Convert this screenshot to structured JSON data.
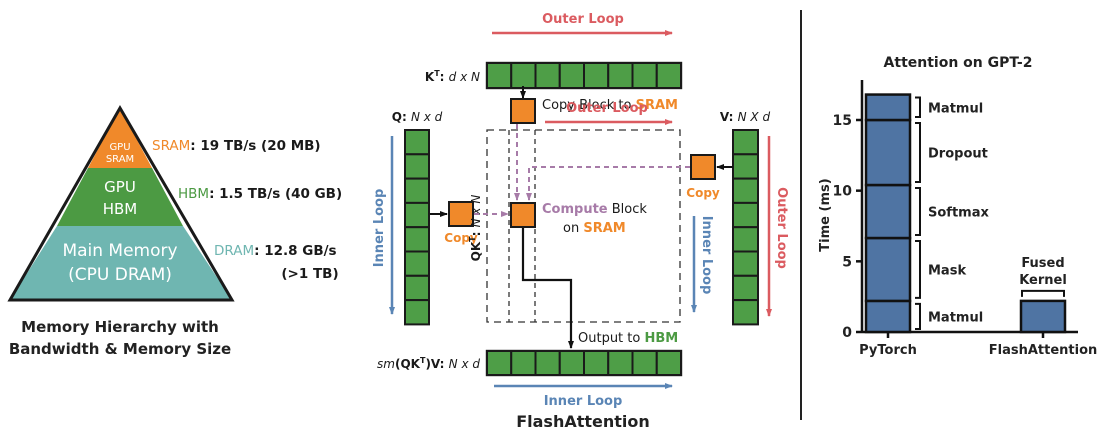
{
  "colors": {
    "sram_orange": "#F0892A",
    "hbm_green": "#4C9A43",
    "dram_teal": "#6FB6B1",
    "block_green": "#4E9E47",
    "outer_loop_red": "#DB5B60",
    "inner_loop_blue": "#5A85B5",
    "compute_purple": "#A77BA8",
    "bar_blue": "#4F74A3",
    "ink": "#1a1a1a"
  },
  "memory_hierarchy": {
    "caption_line1": "Memory Hierarchy with",
    "caption_line2": "Bandwidth & Memory Size",
    "levels": [
      {
        "name": "SRAM",
        "inner_line1": "GPU",
        "inner_line2": "SRAM",
        "spec": ": 19 TB/s (20 MB)",
        "spec_line2": ""
      },
      {
        "name": "HBM",
        "inner_line1": "GPU",
        "inner_line2": "HBM",
        "spec": ": 1.5 TB/s (40 GB)",
        "spec_line2": ""
      },
      {
        "name": "DRAM",
        "inner_line1": "Main Memory",
        "inner_line2": "(CPU DRAM)",
        "spec": ": 12.8 GB/s",
        "spec_line2": "(>1 TB)"
      }
    ]
  },
  "flash_attention": {
    "title": "FlashAttention",
    "kt": {
      "name": "K",
      "sup": "T",
      "colon": ":",
      "dims": "d x N",
      "blocks": 8
    },
    "q": {
      "name": "Q",
      "colon": ":",
      "dims": "N x d",
      "blocks": 8
    },
    "v": {
      "name": "V",
      "colon": ":",
      "dims": "N X d",
      "blocks": 8
    },
    "qkt": {
      "name": "QK",
      "sup": "T",
      "colon": ":",
      "dims": "N x N"
    },
    "out": {
      "prefix": "sm",
      "name": "(QK",
      "sup": "T",
      "suffix": ")V",
      "colon": ":",
      "dims": "N x d",
      "blocks": 8
    },
    "outer_loop_top": "Outer Loop",
    "outer_loop_mid": "Outer Loop",
    "outer_loop_right": "Outer Loop",
    "inner_loop_left": "Inner Loop",
    "inner_loop_right": "Inner Loop",
    "inner_loop_bottom": "Inner Loop",
    "copy_block_prefix": "Copy Block to ",
    "copy_block_sram": "SRAM",
    "copy_left": "Copy",
    "copy_right": "Copy",
    "compute_word": "Compute",
    "compute_rest": " Block",
    "on_word": "on ",
    "on_sram": "SRAM",
    "output_prefix": "Output to ",
    "output_hbm": "HBM"
  },
  "chart_data": {
    "type": "bar",
    "stacked": true,
    "title": "Attention on GPT-2",
    "xlabel": "",
    "ylabel": "Time (ms)",
    "ylim": [
      0,
      17.5
    ],
    "yticks": [
      0,
      5,
      10,
      15
    ],
    "ytick_labels": [
      "0",
      "5",
      "10",
      "15"
    ],
    "categories": [
      "PyTorch",
      "FlashAttention"
    ],
    "series": [
      {
        "category": "PyTorch",
        "segments": [
          {
            "name": "Matmul",
            "start": 0,
            "end": 2.2
          },
          {
            "name": "Mask",
            "start": 2.2,
            "end": 6.65
          },
          {
            "name": "Softmax",
            "start": 6.65,
            "end": 10.4
          },
          {
            "name": "Dropout",
            "start": 10.4,
            "end": 15.0
          },
          {
            "name": "Matmul",
            "start": 15.0,
            "end": 16.8
          }
        ]
      },
      {
        "category": "FlashAttention",
        "segments": [
          {
            "name": "Fused Kernel",
            "start": 0,
            "end": 2.2
          }
        ]
      }
    ],
    "annotations": {
      "fused_line1": "Fused",
      "fused_line2": "Kernel"
    },
    "grid": false,
    "legend": "none"
  }
}
